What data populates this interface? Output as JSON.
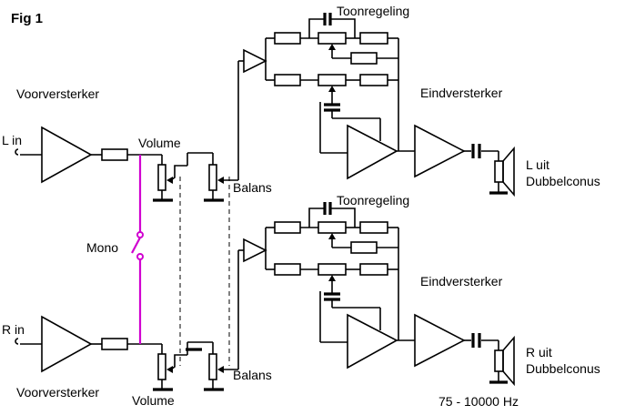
{
  "figure": {
    "title": "Fig 1"
  },
  "labels": {
    "preamp_top": "Voorversterker",
    "preamp_bottom": "Voorversterker",
    "left_in": "L in",
    "right_in": "R in",
    "volume_top": "Volume",
    "volume_bottom": "Volume",
    "balance_top": "Balans",
    "balance_bottom": "Balans",
    "mono": "Mono",
    "tone_top": "Toonregeling",
    "tone_bottom": "Toonregeling",
    "power_top": "Eindversterker",
    "power_bottom": "Eindversterker",
    "left_out": "L uit",
    "right_out": "R uit",
    "speaker_top": "Dubbelconus",
    "speaker_bottom": "Dubbelconus",
    "frequency": "75 - 10000 Hz"
  },
  "colors": {
    "mono_switch": "#d000d0",
    "wire": "#000000"
  }
}
